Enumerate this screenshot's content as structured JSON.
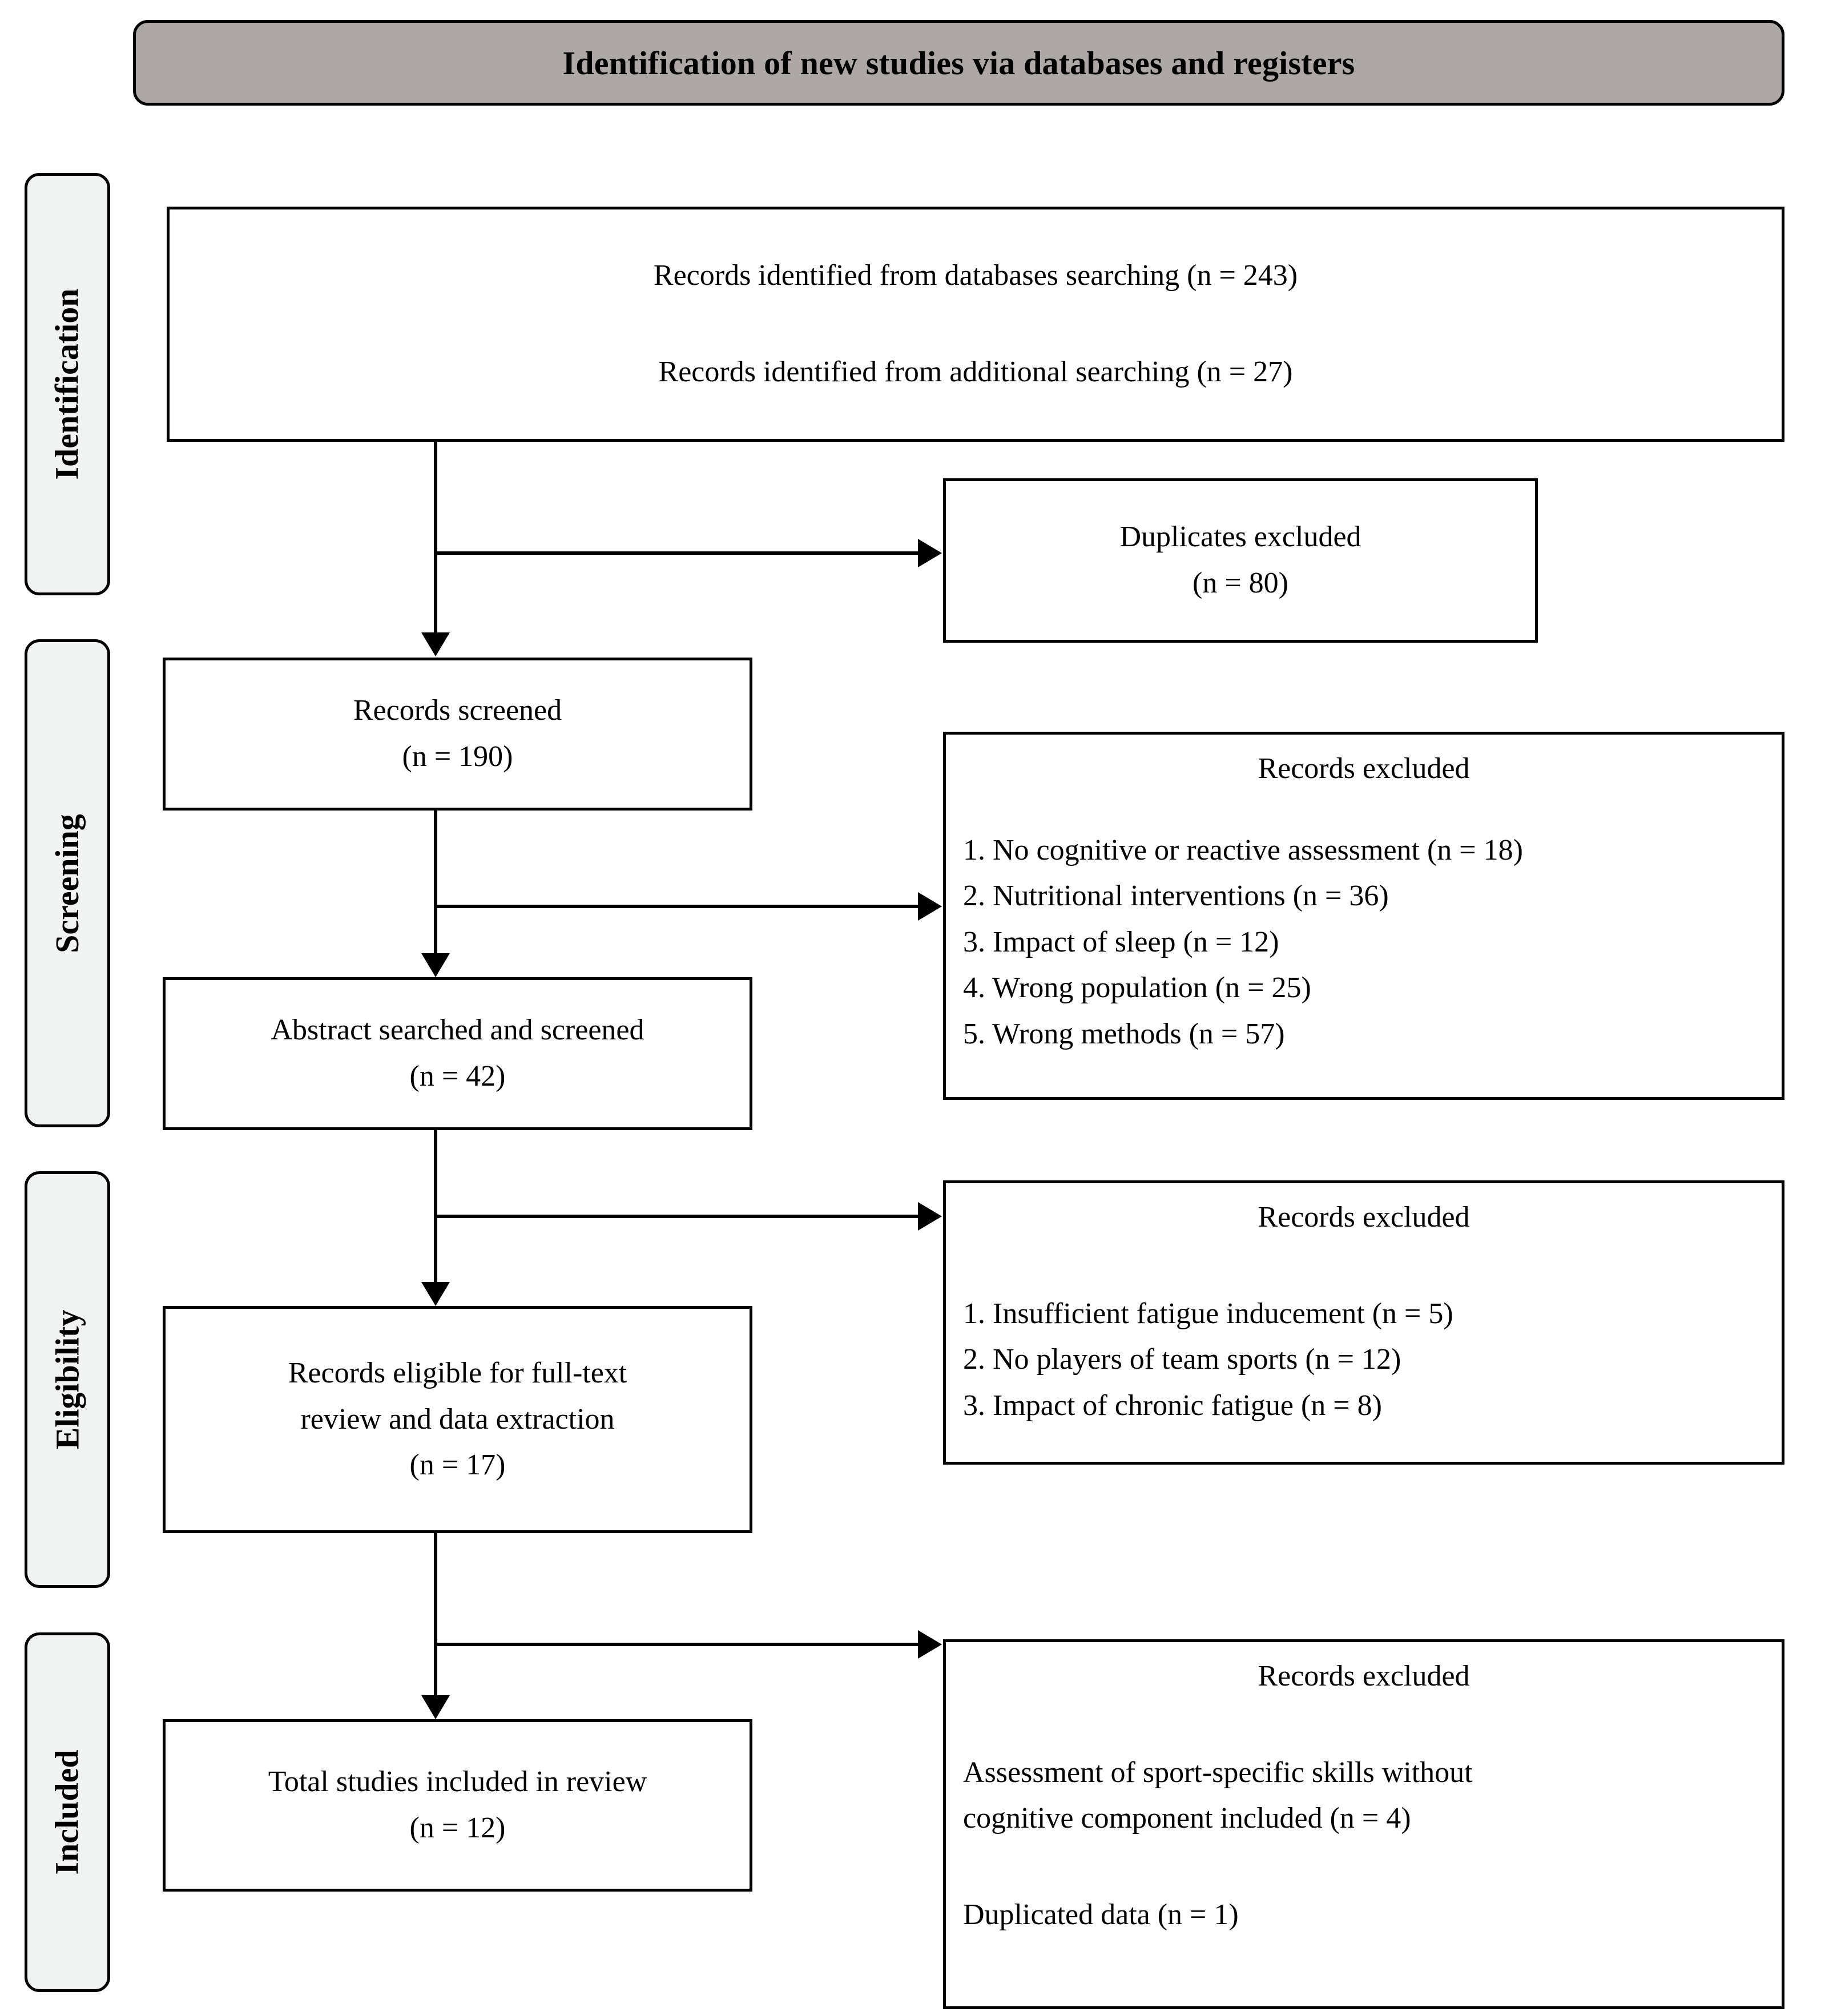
{
  "header": {
    "title": "Identification of new studies via databases and registers"
  },
  "stages": [
    {
      "label": "Identification"
    },
    {
      "label": "Screening"
    },
    {
      "label": "Eligibility"
    },
    {
      "label": "Included"
    }
  ],
  "boxes": {
    "identified": {
      "line1": "Records identified from databases searching (n = 243)",
      "line2": "Records identified from additional searching (n = 27)"
    },
    "duplicates": {
      "line1": "Duplicates excluded",
      "line2": "(n = 80)"
    },
    "screened": {
      "line1": "Records screened",
      "line2": "(n = 190)"
    },
    "excluded_screening": {
      "header": "Records excluded",
      "items": [
        "1. No cognitive or reactive assessment (n = 18)",
        "2. Nutritional interventions (n = 36)",
        "3. Impact of sleep (n = 12)",
        "4. Wrong population (n = 25)",
        "5. Wrong methods (n = 57)"
      ]
    },
    "abstract": {
      "line1": "Abstract searched and screened",
      "line2": "(n = 42)"
    },
    "excluded_eligibility": {
      "header": "Records excluded",
      "items": [
        "1. Insufficient fatigue inducement (n = 5)",
        "2. No players of team sports (n = 12)",
        "3. Impact of chronic fatigue (n = 8)"
      ]
    },
    "eligible": {
      "line1": "Records eligible for full-text",
      "line2": "review and data extraction",
      "line3": "(n = 17)"
    },
    "excluded_included": {
      "header": "Records excluded",
      "items": [
        "Assessment of sport-specific skills without",
        "cognitive component included (n = 4)",
        "Duplicated data (n = 1)"
      ]
    },
    "included": {
      "line1": "Total studies included in review",
      "line2": "(n = 12)"
    }
  },
  "colors": {
    "banner_fill": "#ada8a6",
    "stage_fill": "#f1f3f3",
    "stroke": "#000000",
    "box_fill": "#ffffff"
  }
}
